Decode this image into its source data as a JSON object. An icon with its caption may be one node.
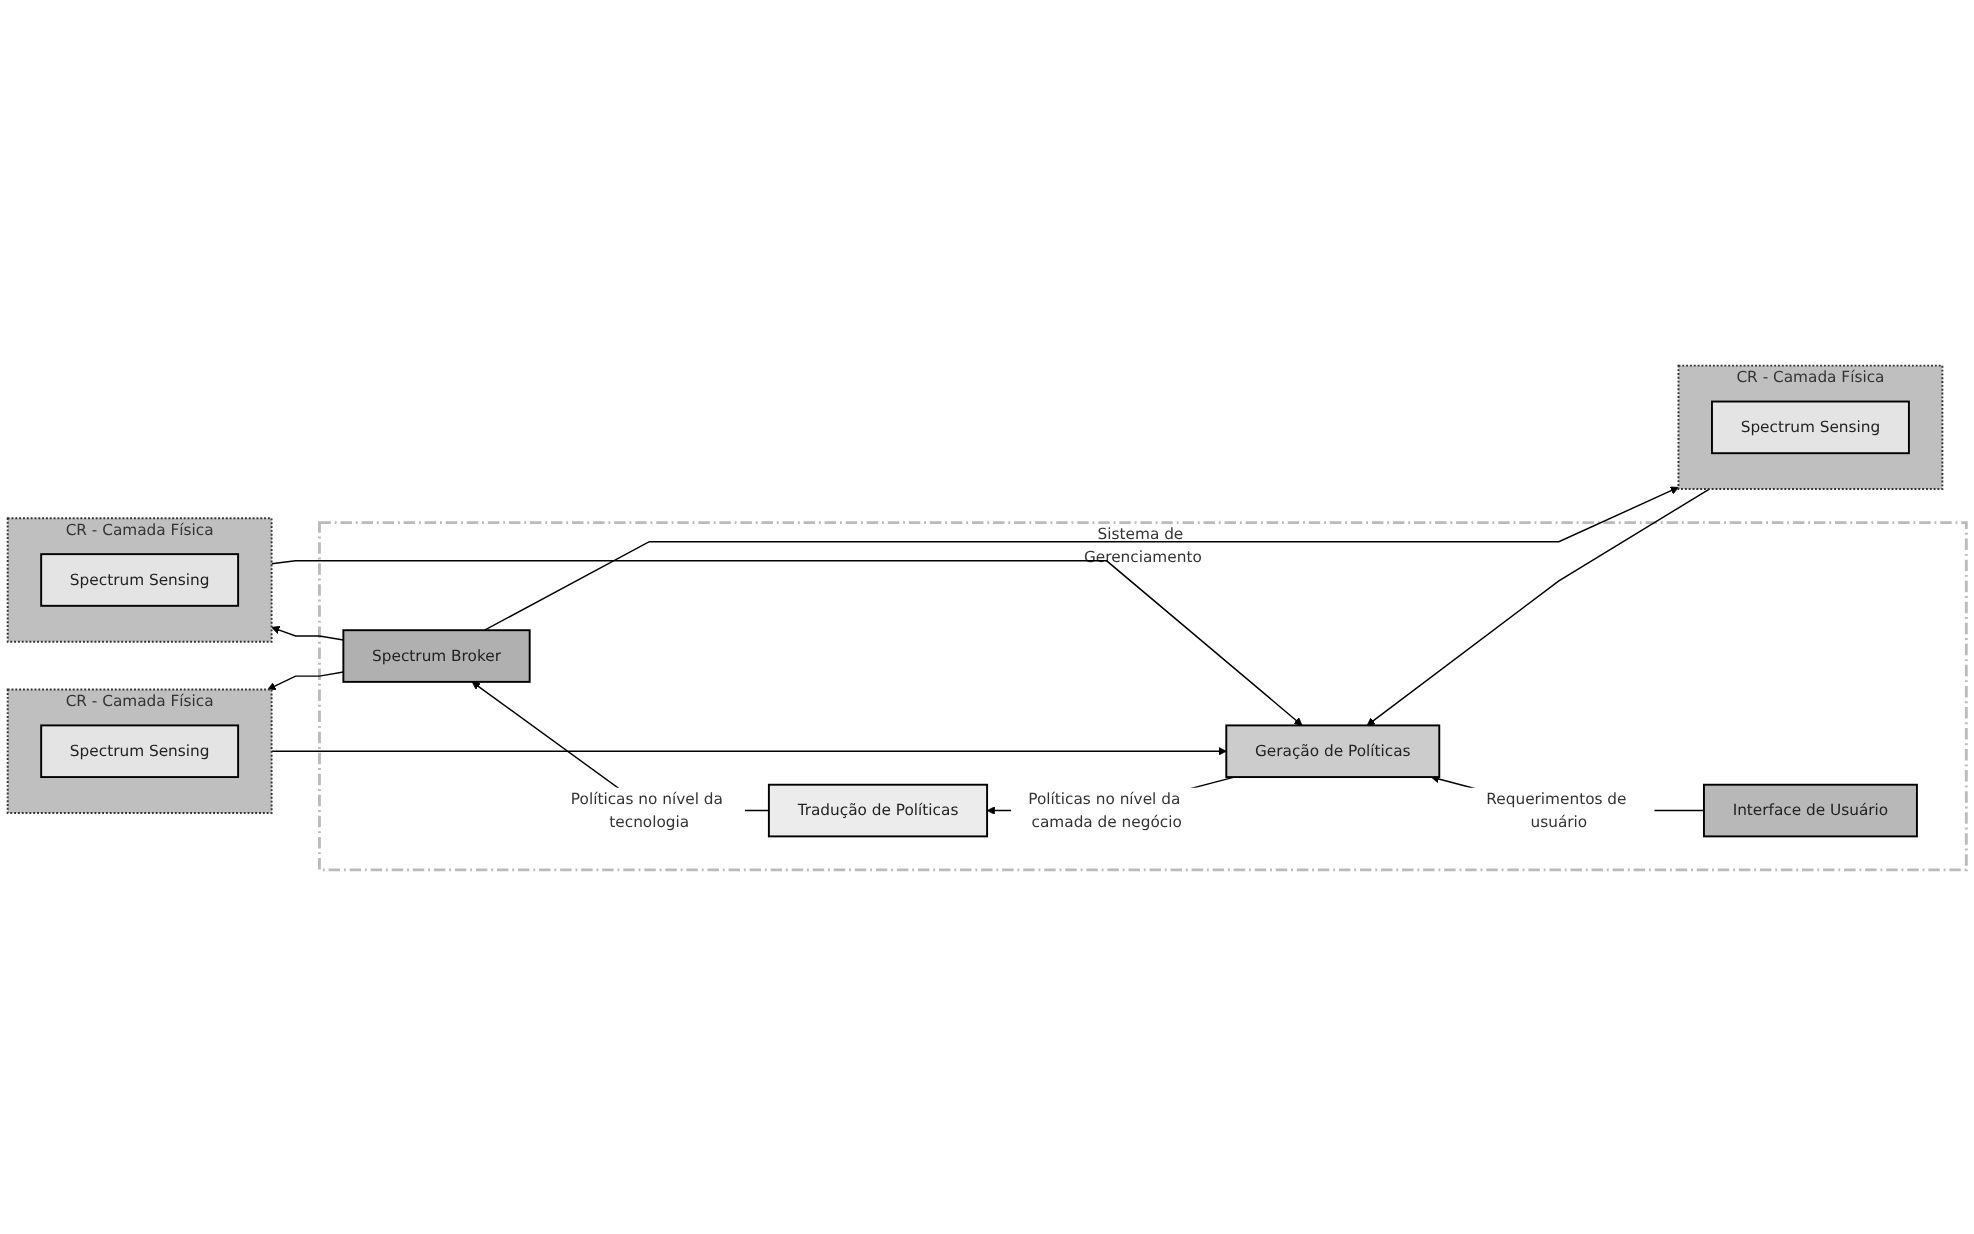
{
  "diagram": {
    "nodes": [
      {
        "text": [
          "Sistema de Gerenciamento"
        ]
      },
      {
        "text": [
          "Interface de Usuário"
        ],
        "in": 0
      },
      {
        "text": [
          "Geração de Políticas"
        ],
        "in": 0
      },
      {
        "text": [
          "Tradução de Políticas"
        ],
        "in": 0
      },
      {
        "text": [
          "Spectrum Broker"
        ],
        "in": 0
      },
      {
        "text": [
          "CR - Camada Física"
        ]
      },
      {
        "text": [
          "Spectrum Sensing"
        ],
        "in": 5
      },
      {
        "text": [
          "CR - Camada Física"
        ]
      },
      {
        "text": [
          "Spectrum Sensing"
        ],
        "in": 7
      },
      {
        "text": [
          "CR - Camada Física"
        ]
      },
      {
        "text": [
          "Spectrum Sensing"
        ],
        "in": 9
      }
    ],
    "edges": [
      {
        "from": 1,
        "to": 2,
        "arrow": "to",
        "label": "Requerimentos de usuário"
      },
      {
        "from": 2,
        "to": 3,
        "arrow": "to",
        "label": "Políticas no nível da camada de negócio"
      },
      {
        "from": 3,
        "to": 4,
        "arrow": "to",
        "label": "Políticas no nível da tecnologia"
      },
      {
        "from": 4,
        "to": 5,
        "arrow": "to"
      },
      {
        "from": 4,
        "to": 7,
        "arrow": "to"
      },
      {
        "from": 4,
        "to": 9,
        "arrow": "to"
      },
      {
        "from": 5,
        "to": 2,
        "arrow": "to"
      },
      {
        "from": 7,
        "to": 2,
        "arrow": "to"
      },
      {
        "from": 9,
        "to": 2,
        "arrow": "to"
      }
    ]
  }
}
